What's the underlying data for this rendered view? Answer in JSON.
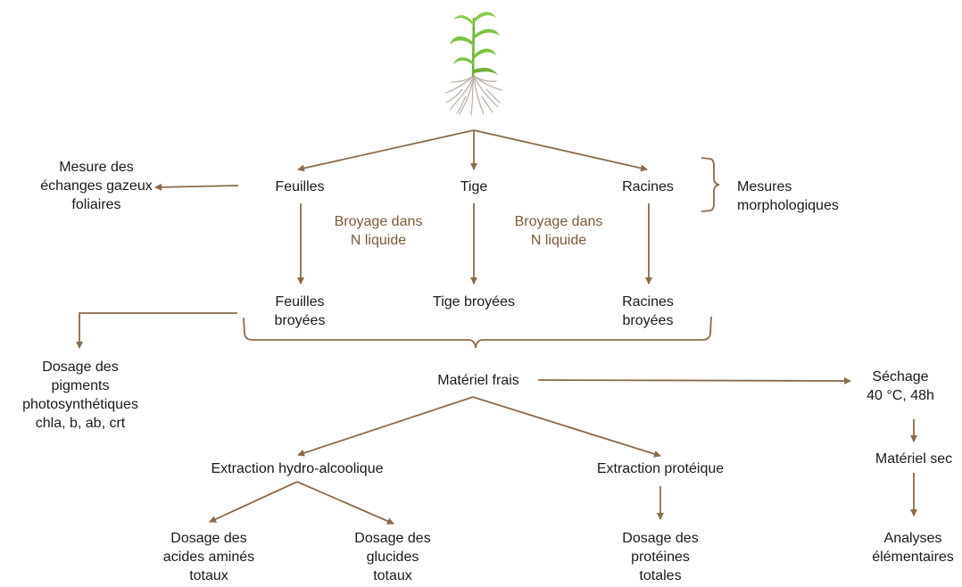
{
  "colors": {
    "arrow": "#8B6B4A",
    "note": "#7a5a3a",
    "text": "#1a1a1a",
    "leaf": "#7cc242",
    "root": "#b8aea6"
  },
  "icons": {
    "plant": "plant-icon"
  },
  "nodes": {
    "gas_exchange": [
      "Mesure des",
      "échanges gazeux",
      "foliaires"
    ],
    "leaves": [
      "Feuilles"
    ],
    "stem": [
      "Tige"
    ],
    "roots": [
      "Racines"
    ],
    "morpho": [
      "Mesures",
      "morphologiques"
    ],
    "grind_left": [
      "Broyage dans",
      "N liquide"
    ],
    "grind_right": [
      "Broyage dans",
      "N liquide"
    ],
    "ground_leaves": [
      "Feuilles",
      "broyées"
    ],
    "ground_stem": [
      "Tige broyées"
    ],
    "ground_roots": [
      "Racines",
      "broyées"
    ],
    "pigments": [
      "Dosage des",
      "pigments",
      "photosynthétiques",
      "chla, b, ab, crt"
    ],
    "fresh": [
      "Matériel frais"
    ],
    "drying": [
      "Séchage",
      "40 °C, 48h"
    ],
    "hydro": [
      "Extraction hydro-alcoolique"
    ],
    "protein_extraction": [
      "Extraction protéique"
    ],
    "dry": [
      "Matériel sec"
    ],
    "amino": [
      "Dosage des",
      "acides aminés",
      "totaux"
    ],
    "sugars": [
      "Dosage des",
      "glucides",
      "totaux"
    ],
    "proteins": [
      "Dosage des",
      "protéines",
      "totales"
    ],
    "elemental": [
      "Analyses",
      "élémentaires"
    ]
  }
}
